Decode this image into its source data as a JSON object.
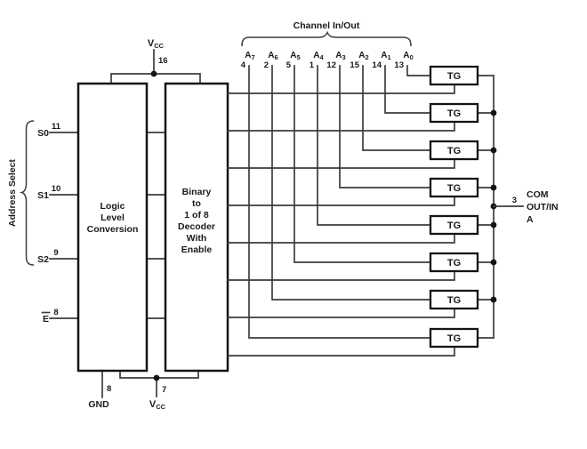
{
  "diagram": {
    "channel_group_label": "Channel In/Out",
    "address_select_label": "Address Select",
    "channels": [
      {
        "name": "A",
        "sub": "7",
        "pin": "4"
      },
      {
        "name": "A",
        "sub": "6",
        "pin": "2"
      },
      {
        "name": "A",
        "sub": "5",
        "pin": "5"
      },
      {
        "name": "A",
        "sub": "4",
        "pin": "1"
      },
      {
        "name": "A",
        "sub": "3",
        "pin": "12"
      },
      {
        "name": "A",
        "sub": "2",
        "pin": "15"
      },
      {
        "name": "A",
        "sub": "1",
        "pin": "14"
      },
      {
        "name": "A",
        "sub": "0",
        "pin": "13"
      }
    ],
    "left_pins": [
      {
        "name": "S0",
        "pin": "11",
        "overline": false
      },
      {
        "name": "S1",
        "pin": "10",
        "overline": false
      },
      {
        "name": "S2",
        "pin": "9",
        "overline": false
      },
      {
        "name": "E",
        "pin": "8",
        "overline": true
      }
    ],
    "blocks": {
      "logic": {
        "lines": [
          "Logic",
          "Level",
          "Conversion"
        ]
      },
      "decoder": {
        "lines": [
          "Binary",
          "to",
          "1 of 8",
          "Decoder",
          "With",
          "Enable"
        ]
      }
    },
    "power": {
      "vcc_top": {
        "label": "V",
        "sub": "CC",
        "pin": "16"
      },
      "vcc_bottom": {
        "label": "V",
        "sub": "CC",
        "pin": "7"
      },
      "gnd": {
        "label": "GND",
        "pin": "8"
      }
    },
    "tg": {
      "label": "TG",
      "count": 8
    },
    "com": {
      "pin": "3",
      "lines": [
        "COM",
        "OUT/IN",
        "A"
      ]
    },
    "colors": {
      "wire": "#3d3d3d",
      "border": "#141414",
      "text": "#1a1a1a",
      "background": "#ffffff"
    }
  }
}
